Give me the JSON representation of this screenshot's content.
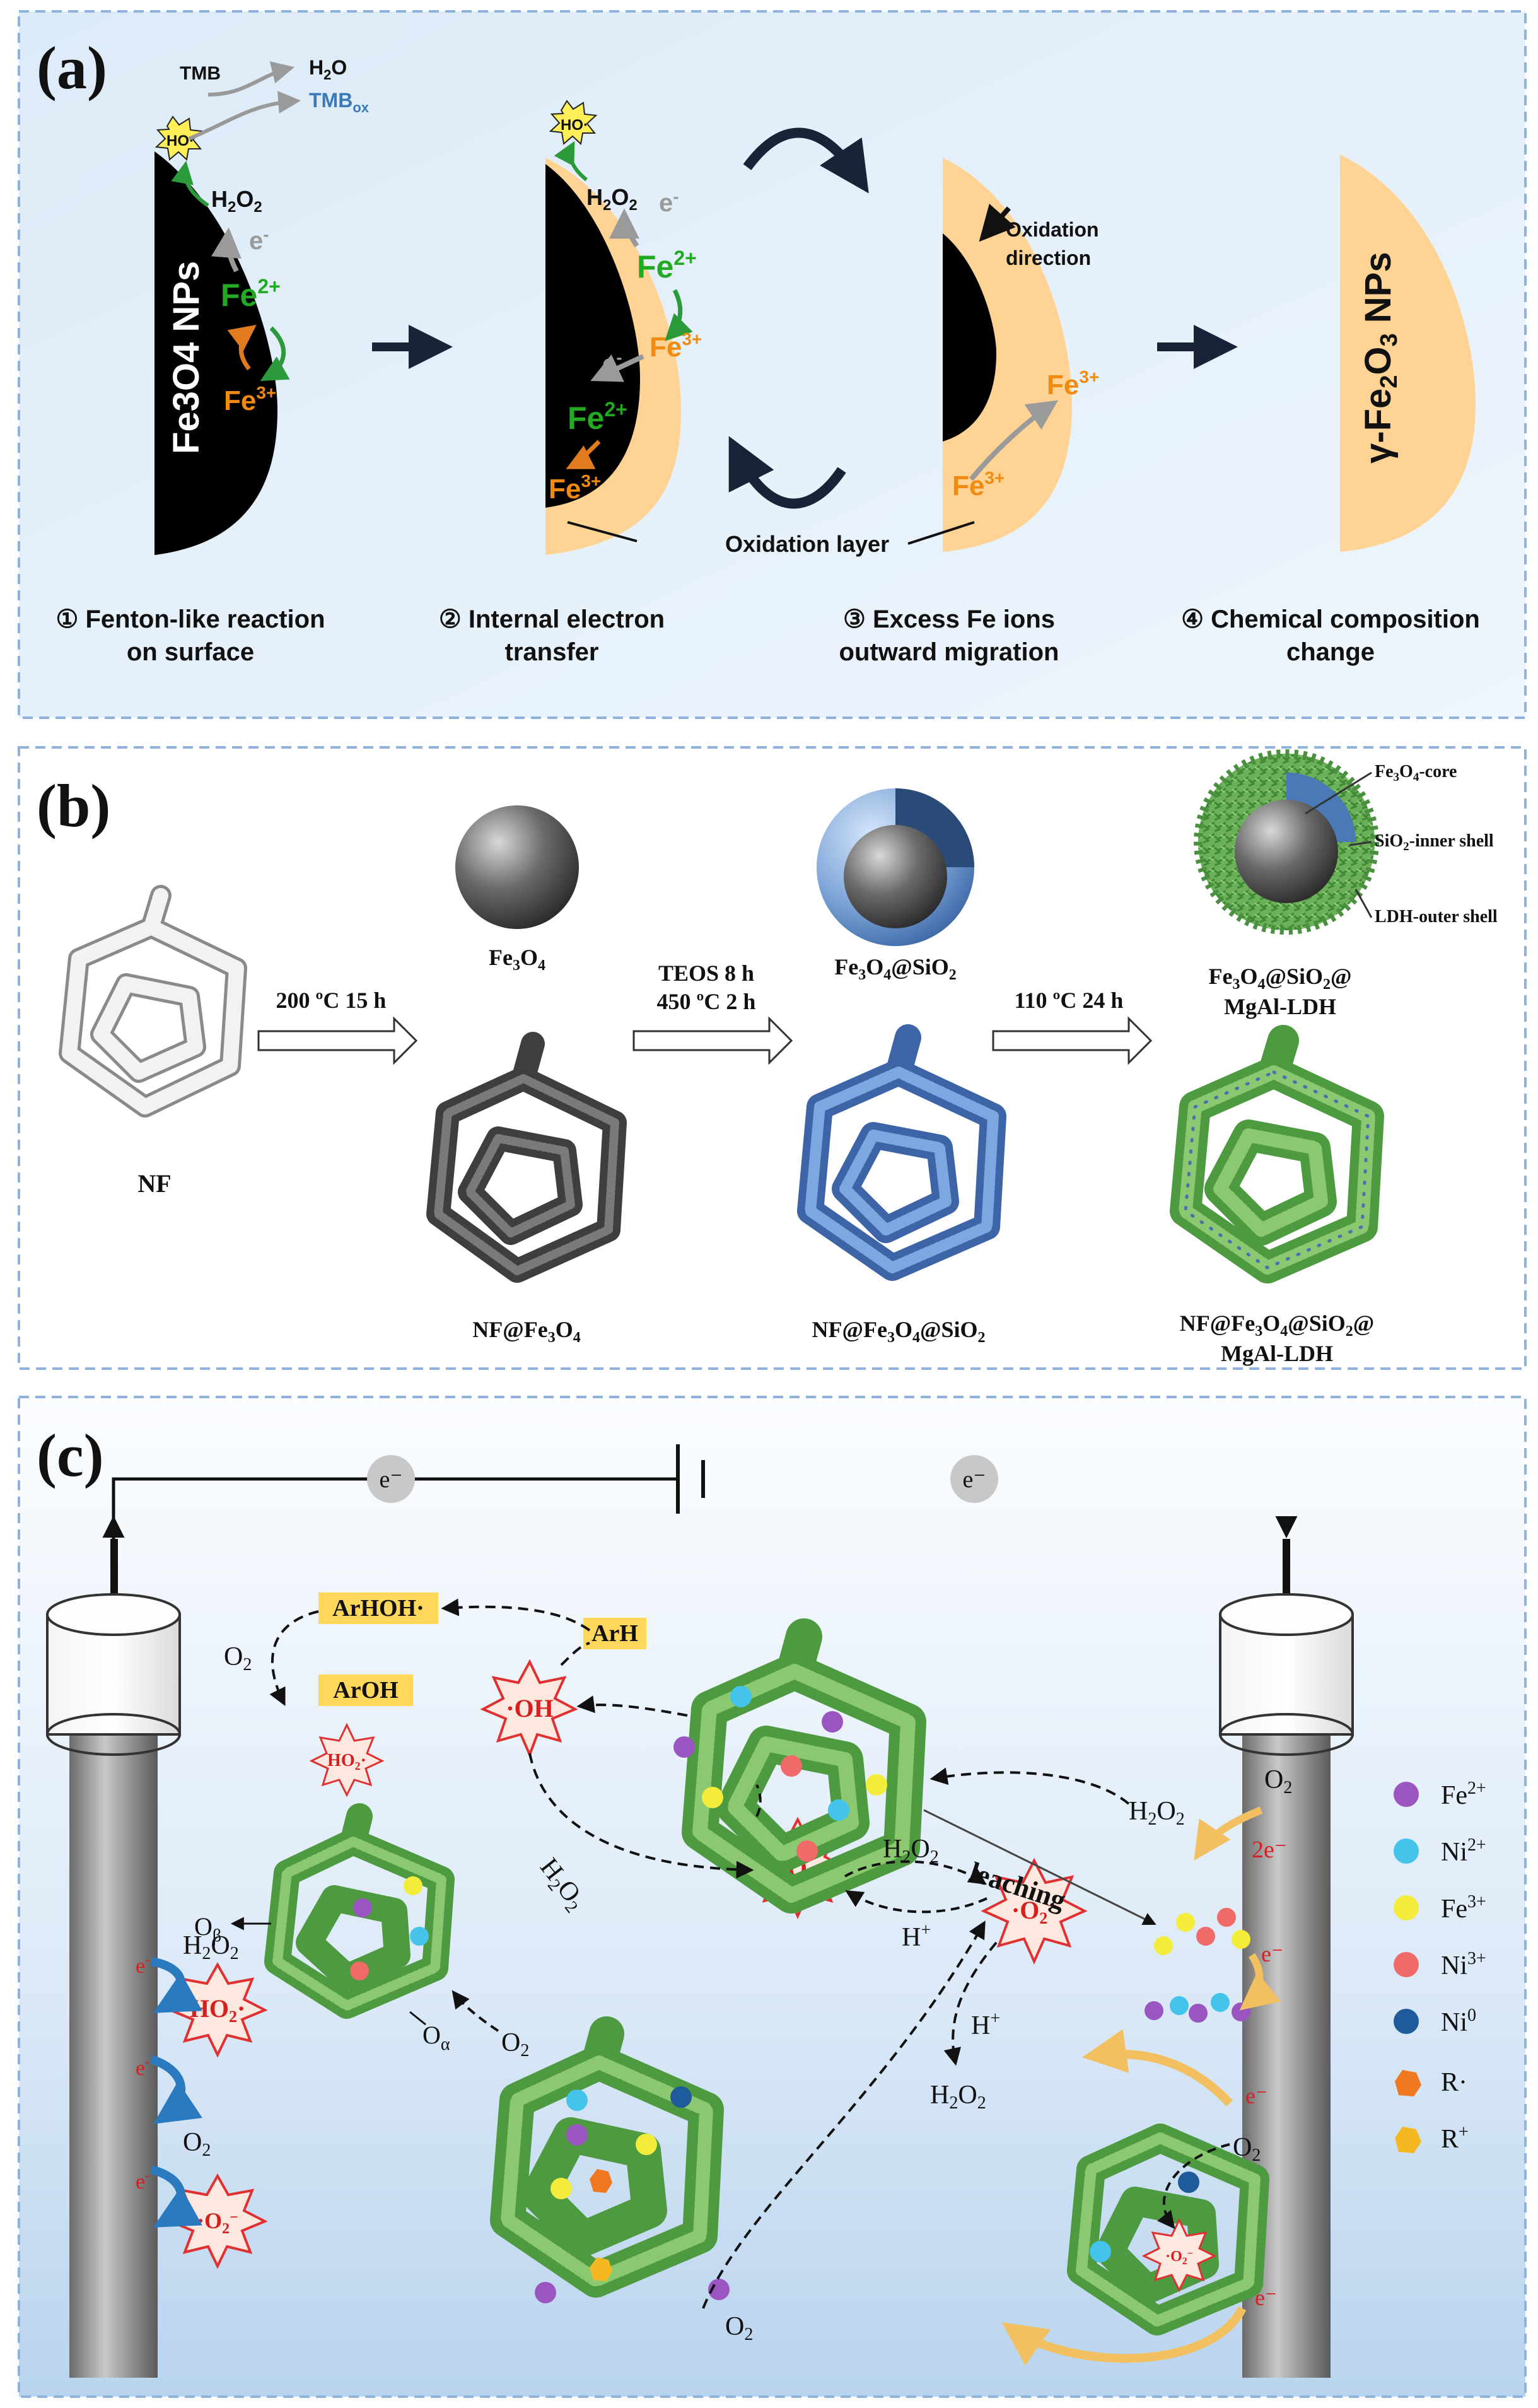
{
  "panel_a": {
    "label": "(a)",
    "stage1_particle": "Fe3O4 NPs",
    "stage4_particle": "γ-Fe2O3 NPs",
    "ho_radical": "HO·",
    "tmb": "TMB",
    "h2o": "H2O",
    "tmb_ox": "TMBox",
    "h2o2": "H2O2",
    "electron": "e-",
    "fe2": "Fe2+",
    "fe3": "Fe3+",
    "oxidation_direction_l1": "Oxidation",
    "oxidation_direction_l2": "direction",
    "oxidation_layer": "Oxidation layer",
    "steps": [
      {
        "l1": "① Fenton-like reaction",
        "l2": "on surface"
      },
      {
        "l1": "② Internal electron",
        "l2": "transfer"
      },
      {
        "l1": "③ Excess Fe ions",
        "l2": "outward migration"
      },
      {
        "l1": "④ Chemical composition",
        "l2": "change"
      }
    ],
    "colors": {
      "shell": "#ffd394",
      "core": "#000000",
      "fe2": "#22aa22",
      "fe3": "#f08a10",
      "electron": "#9a9a9a",
      "tmbox": "#3a7ab8"
    }
  },
  "panel_b": {
    "label": "(b)",
    "nf": "NF",
    "fe3o4": "Fe3O4",
    "fe3o4_sio2": "Fe3O4@SiO2",
    "fe3o4_sio2_ldh_l1": "Fe3O4@SiO2@",
    "fe3o4_sio2_ldh_l2": "MgAl-LDH",
    "nf_fe3o4": "NF@Fe3O4",
    "nf_fe3o4_sio2": "NF@Fe3O4@SiO2",
    "nf_full_l1": "NF@Fe3O4@SiO2@",
    "nf_full_l2": "MgAl-LDH",
    "cond1": "200 ºC 15 h",
    "cond2_l1": "TEOS 8 h",
    "cond2_l2": "450 ºC 2 h",
    "cond3": "110 ºC 24 h",
    "callout_core": "Fe3O4-core",
    "callout_inner": "SiO2-inner shell",
    "callout_outer": "LDH-outer shell",
    "colors": {
      "sphere_gray": "#5a5a5a",
      "silica_blue": "#6a94cc",
      "ldh_green": "#5aa04a"
    }
  },
  "panel_c": {
    "label": "(c)",
    "electron": "e⁻",
    "arhoh": "ArHOH·",
    "arh": "ArH",
    "aroh": "ArOH",
    "o2": "O2",
    "oh_radical": "·OH",
    "ho2_radical": "HO2·",
    "o2_radical": "·O2⁻",
    "h2o2": "H2O2",
    "h_plus": "H+",
    "two_e": "2e⁻",
    "o_beta": "Oβ",
    "o_alpha": "Oα",
    "leaching": "leaching",
    "legend": [
      {
        "label": "Fe2+",
        "color": "#9a55c0"
      },
      {
        "label": "Ni2+",
        "color": "#44c4ea"
      },
      {
        "label": "Fe3+",
        "color": "#f4ec3a"
      },
      {
        "label": "Ni3+",
        "color": "#f06a6a"
      },
      {
        "label": "Ni0",
        "color": "#1f5a9a"
      },
      {
        "label": "R·",
        "color": "#f07820"
      },
      {
        "label": "R+",
        "color": "#f5b820"
      }
    ]
  }
}
